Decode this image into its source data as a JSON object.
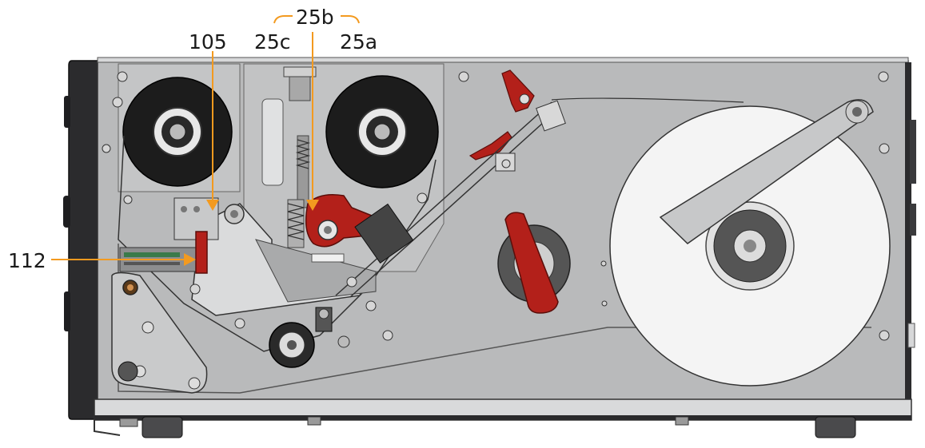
{
  "labels": {
    "l105": "105",
    "l25b": "25b",
    "l25c": "25c",
    "l25a": "25a",
    "l112": "112"
  },
  "colors": {
    "leader": "#f39a1f",
    "frame": "#b9babb",
    "casing": "#2a2a2c",
    "accent_red": "#b3201a",
    "roll_white": "#f4f4f4",
    "ribbon_black": "#1c1c1c"
  }
}
